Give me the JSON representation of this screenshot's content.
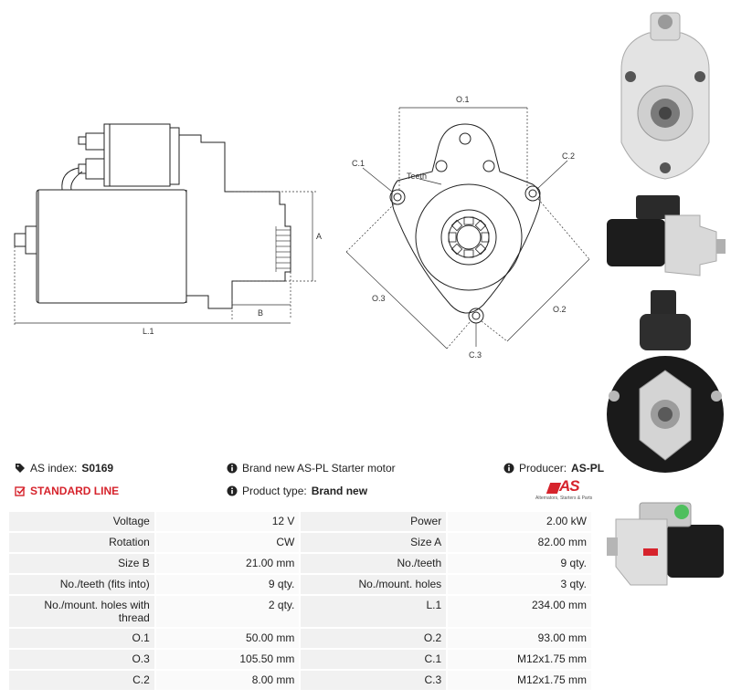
{
  "header": {
    "as_index_label": "AS index:",
    "as_index_value": "S0169",
    "standard_line": "STANDARD LINE",
    "description": "Brand new AS-PL Starter motor",
    "product_type_label": "Product type:",
    "product_type_value": "Brand new",
    "producer_label": "Producer:",
    "producer_value": "AS-PL"
  },
  "logo": {
    "text": "AS",
    "subtitle": "Alternators, Starters & Parts",
    "color": "#d6232c"
  },
  "drawing_labels": {
    "a": "A",
    "b": "B",
    "l1": "L.1",
    "o1": "O.1",
    "o2": "O.2",
    "o3": "O.3",
    "c1": "C.1",
    "c2": "C.2",
    "c3": "C.3",
    "teeth": "Teeth"
  },
  "specs": [
    {
      "l1": "Voltage",
      "v1": "12 V",
      "l2": "Power",
      "v2": "2.00 kW"
    },
    {
      "l1": "Rotation",
      "v1": "CW",
      "l2": "Size A",
      "v2": "82.00 mm"
    },
    {
      "l1": "Size B",
      "v1": "21.00 mm",
      "l2": "No./teeth",
      "v2": "9 qty."
    },
    {
      "l1": "No./teeth (fits into)",
      "v1": "9 qty.",
      "l2": "No./mount. holes",
      "v2": "3 qty."
    },
    {
      "l1": "No./mount. holes with thread",
      "v1": "2 qty.",
      "l2": "L.1",
      "v2": "234.00 mm"
    },
    {
      "l1": "O.1",
      "v1": "50.00 mm",
      "l2": "O.2",
      "v2": "93.00 mm"
    },
    {
      "l1": "O.3",
      "v1": "105.50 mm",
      "l2": "C.1",
      "v2": "M12x1.75 mm"
    },
    {
      "l1": "C.2",
      "v1": "8.00 mm",
      "l2": "C.3",
      "v2": "M12x1.75 mm"
    }
  ],
  "icons": {
    "tag": "tag-icon",
    "check": "checkbox-icon",
    "info": "info-icon"
  }
}
